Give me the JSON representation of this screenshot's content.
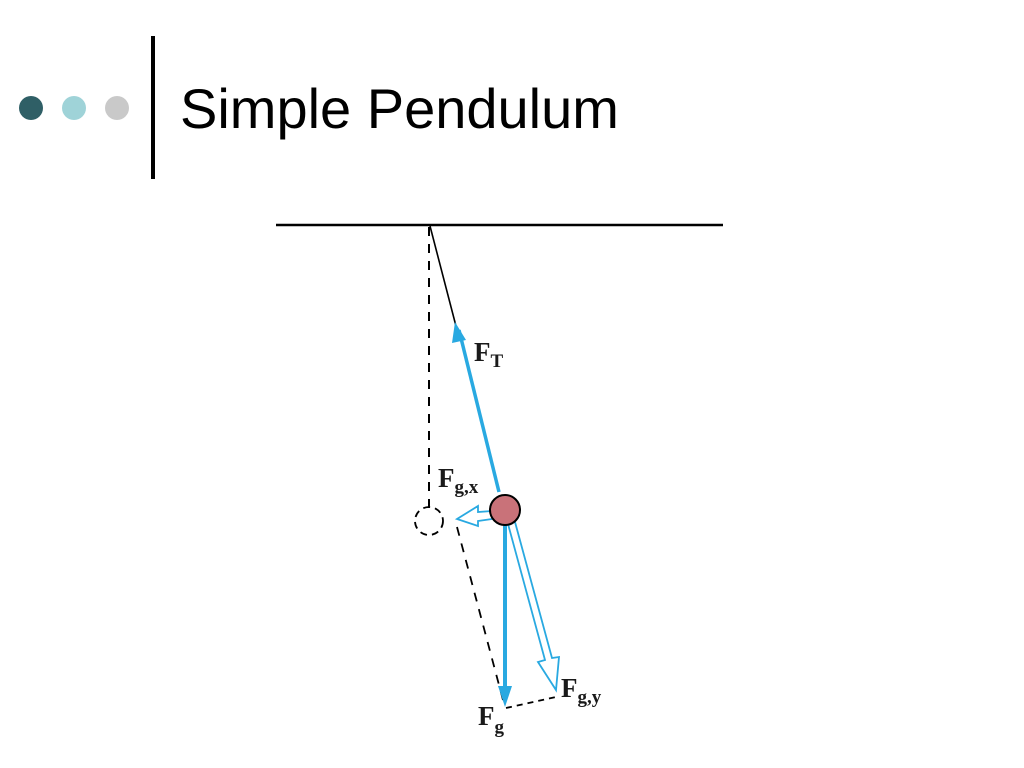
{
  "slide": {
    "title": "Simple Pendulum"
  },
  "decoration": {
    "dot_colors": [
      "#2f5f66",
      "#9fd3d8",
      "#c9c9c9"
    ]
  },
  "diagram": {
    "tension_label": {
      "main": "F",
      "sub": "T"
    },
    "gravity_x_label": {
      "main": "F",
      "sub": "g,x"
    },
    "gravity_y_label": {
      "main": "F",
      "sub": "g,y"
    },
    "gravity_label": {
      "main": "F",
      "sub": "g"
    },
    "colors": {
      "vector": "#29a9e1",
      "bob": "#c97279",
      "line": "#000000"
    }
  }
}
